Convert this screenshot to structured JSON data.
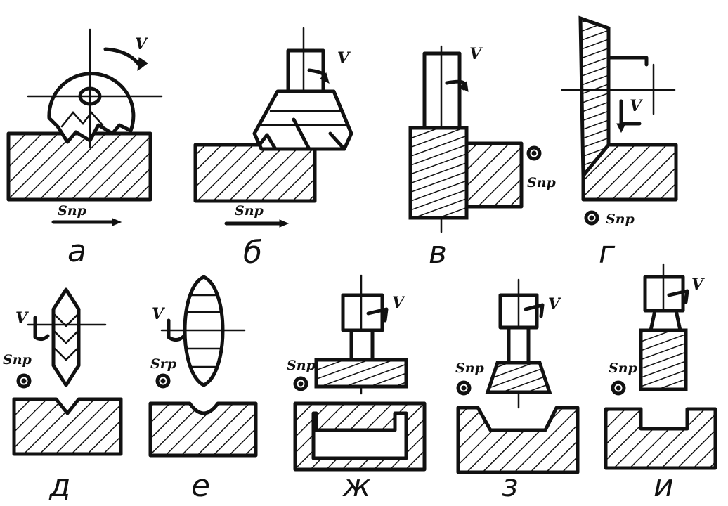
{
  "labels": {
    "a": "а",
    "b": "б",
    "v": "в",
    "g": "г",
    "d": "д",
    "e": "е",
    "zh": "ж",
    "z": "з",
    "i": "и"
  },
  "annotations": {
    "speed": "V",
    "feed_a": "Sпр",
    "feed_b": "Sпр",
    "feed_v": "Sпр",
    "feed_g": "Sпр",
    "feed_d": "Sпр",
    "feed_e": "Srp",
    "feed_zh": "Sпр",
    "feed_z": "Sпр",
    "feed_i": "Sпр"
  }
}
